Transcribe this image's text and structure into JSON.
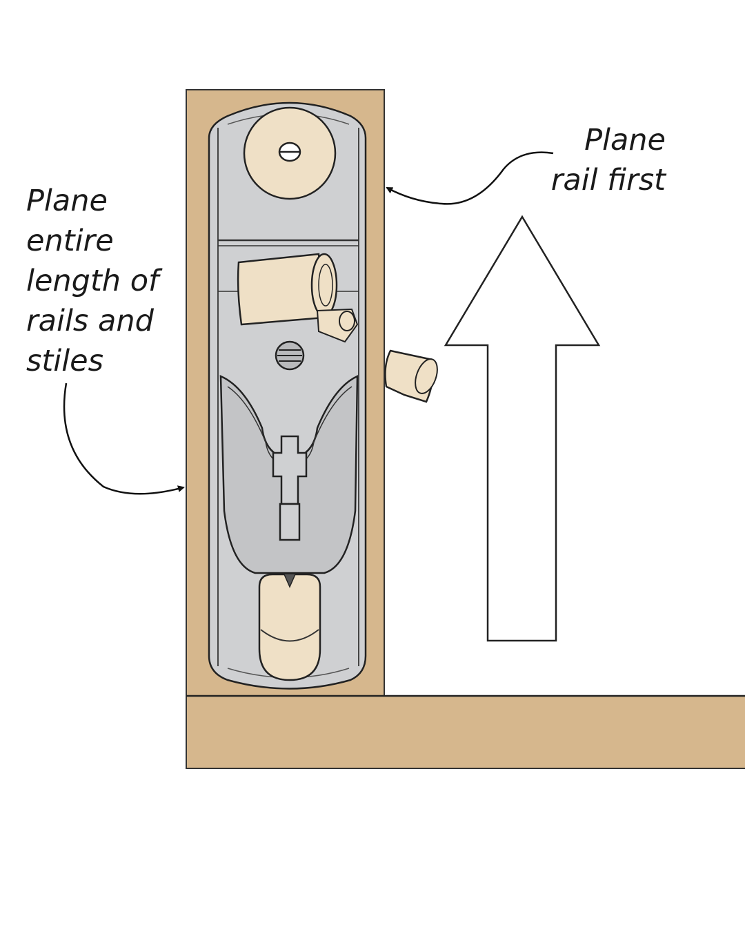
{
  "labels": {
    "left": [
      "Plane",
      "entire",
      "length of",
      "rails and",
      "stiles"
    ],
    "right": [
      "Plane",
      "rail first"
    ]
  },
  "colors": {
    "wood": "#d6b78d",
    "plane_body": "#cfd0d2",
    "plane_inner": "#c3c4c6",
    "knob": "#efe0c6",
    "outline": "#222222"
  },
  "icons": {
    "direction_arrow": "up-arrow-icon",
    "plane": "hand-plane-icon",
    "shaving": "wood-shaving-icon"
  }
}
